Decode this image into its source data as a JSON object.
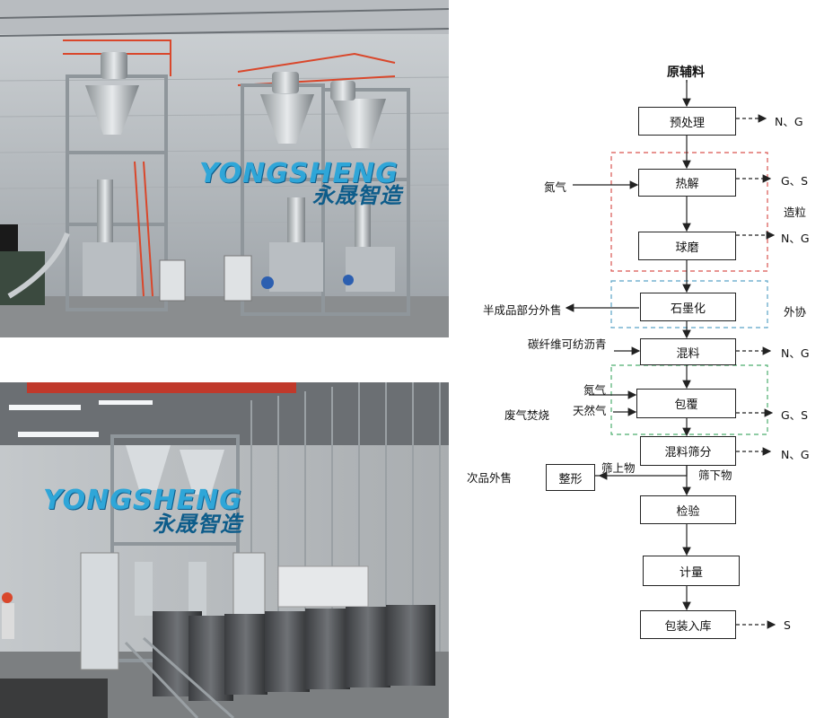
{
  "photos": {
    "top": {
      "brand_en": "YONGSHENG",
      "brand_cn": "永晟智造"
    },
    "bottom": {
      "brand_en": "YONGSHENG",
      "brand_cn": "永晟智造"
    }
  },
  "flowchart": {
    "start": "原辅料",
    "steps": {
      "pretreat": "预处理",
      "pyrolysis": "热解",
      "ballmill": "球磨",
      "graphitize": "石墨化",
      "mix1": "混料",
      "coat": "包覆",
      "mixsieve": "混料筛分",
      "reshape": "整形",
      "inspect": "检验",
      "measure": "计量",
      "pack": "包装入库"
    },
    "inputs": {
      "nitrogen1": "氮气",
      "pitch": "碳纤维可纺沥青",
      "nitrogen2": "氮气",
      "natgas": "天然气",
      "wasteburn": "废气焚烧"
    },
    "outputs": {
      "semi": "半成品部分外售",
      "second": "次品外售"
    },
    "emissions": {
      "pretreat": "N、G",
      "pyrolysis": "G、S",
      "ballmill": "N、G",
      "mix1": "N、G",
      "coat": "G、S",
      "mixsieve": "N、G",
      "pack": "S"
    },
    "groups": {
      "granulation": "造粒",
      "outsource": "外协"
    },
    "sieve": {
      "over": "筛上物",
      "under": "筛下物"
    }
  }
}
